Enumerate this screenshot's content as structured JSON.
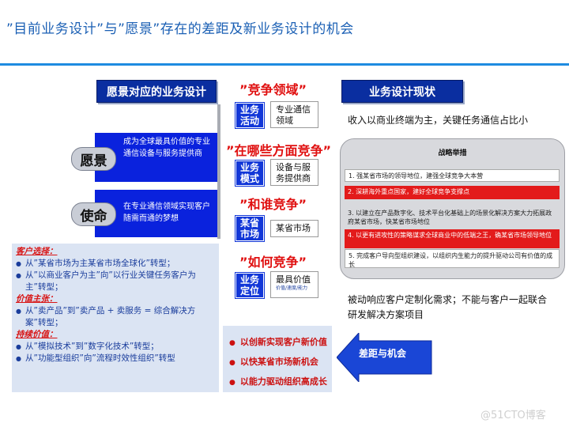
{
  "title": "”目前业务设计”与”愿景”存在的差距及新业务设计的机会",
  "left_header": "愿景对应的业务设计",
  "right_header": "业务设计现状",
  "vision": {
    "label": "愿景",
    "text": "成为全球最具价值的专业通信设备与服务提供商"
  },
  "mission": {
    "label": "使命",
    "text": "在专业通信领域实现客户随需而通的梦想"
  },
  "questions": [
    {
      "q": "”竞争领域”",
      "tag": "业务活动",
      "value": "专业通信领域",
      "sub": ""
    },
    {
      "q": "”在哪些方面竞争”",
      "tag": "业务模式",
      "value": "设备与服务提供商",
      "sub": ""
    },
    {
      "q": "”和谁竞争”",
      "tag": "某省市场",
      "value": "某省市场",
      "sub": ""
    },
    {
      "q": "”如何竞争”",
      "tag": "业务定位",
      "value": "最具价值",
      "sub": "价值/速度/能力"
    }
  ],
  "current_status_1": "收入以商业终端为主，关键任务通信占比小",
  "strategy": {
    "title": "战略举措",
    "items": [
      {
        "text": "1. 强某省市场的领导地位，建强全球竞争大本营",
        "style": "white"
      },
      {
        "text": "2. 深耕海外重点国家，建好全球竞争支撑点",
        "style": "red"
      },
      {
        "text": "3. 以建立在产品数字化、技术平台化基础上的场景化解决方案大力拓展政府某省市场，快某省市场地位",
        "style": "plain"
      },
      {
        "text": "4. 以更有进攻性的策略谋求全球商业中的低端之王，确某省市场领导地位",
        "style": "red"
      },
      {
        "text": "5. 完成客户导向型组织建设，以组织内生能力的提升驱动公司有价值的成长",
        "style": "white"
      }
    ]
  },
  "current_status_2": "被动响应客户定制化需求；不能与客户一起联合研发解决方案项目",
  "left_list": [
    {
      "type": "h",
      "text": "客户选择："
    },
    {
      "type": "li",
      "text": "从”某省市场为主某省市场全球化”转型；"
    },
    {
      "type": "li",
      "text": "从”以商业客户为主”向”以行业关键任务客户为主”转型；"
    },
    {
      "type": "h",
      "text": "价值主张："
    },
    {
      "type": "li",
      "text": "从”卖产品”到”卖产品 + 卖服务 = 综合解决方案”转型；"
    },
    {
      "type": "h",
      "text": "持续价值："
    },
    {
      "type": "li",
      "text": "从”模拟技术”到”数字化技术”转型；"
    },
    {
      "type": "li",
      "text": "从”功能型组织”向”流程时效性组织”转型"
    }
  ],
  "bottom_bullets": [
    "以创新实现客户新价值",
    "以快某省市场新机会",
    "以能力驱动组织高成长"
  ],
  "gap_label": "差距与机会",
  "watermark": "@51CTO博客",
  "colors": {
    "title_blue": "#1a5fb4",
    "header_navy": "#0a2ea0",
    "box_blue": "#0a22dd",
    "question_red": "#e01010",
    "panel_light": "#dbe4f3"
  }
}
